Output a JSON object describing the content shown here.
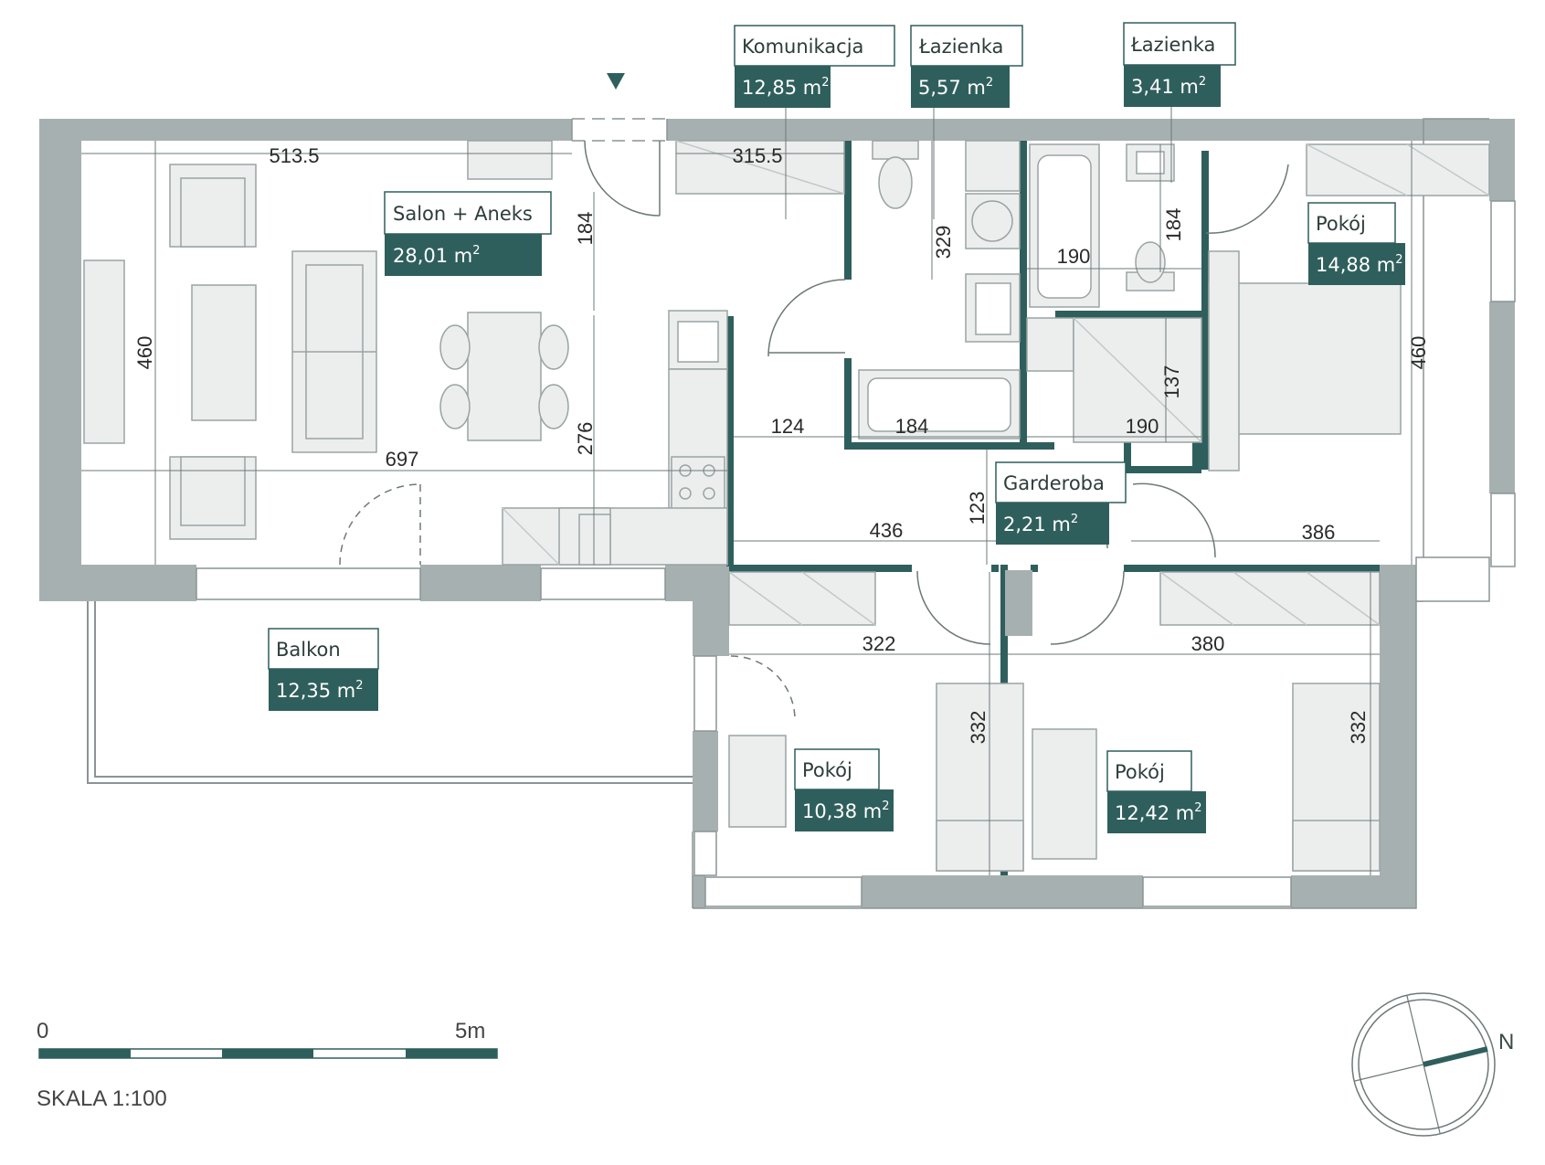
{
  "colors": {
    "accent": "#2f5f5c",
    "wall": "#a7b0b0",
    "partition": "#2f5f5c",
    "furniture_fill": "#eceeee",
    "furniture_stroke": "#9aa3a3",
    "line": "#6e7878"
  },
  "rooms": [
    {
      "id": "komunikacja",
      "name": "Komunikacja",
      "area": "12,85 m",
      "sup": "2"
    },
    {
      "id": "lazienka-1",
      "name": "Łazienka",
      "area": "5,57 m",
      "sup": "2"
    },
    {
      "id": "lazienka-2",
      "name": "Łazienka",
      "area": "3,41 m",
      "sup": "2"
    },
    {
      "id": "salon",
      "name": "Salon + Aneks",
      "area": "28,01 m",
      "sup": "2"
    },
    {
      "id": "pokoj-1",
      "name": "Pokój",
      "area": "14,88 m",
      "sup": "2"
    },
    {
      "id": "garderoba",
      "name": "Garderoba",
      "area": "2,21 m",
      "sup": "2"
    },
    {
      "id": "balkon",
      "name": "Balkon",
      "area": "12,35 m",
      "sup": "2"
    },
    {
      "id": "pokoj-2",
      "name": "Pokój",
      "area": "10,38 m",
      "sup": "2"
    },
    {
      "id": "pokoj-3",
      "name": "Pokój",
      "area": "12,42 m",
      "sup": "2"
    }
  ],
  "dimensions": [
    {
      "id": "d-513",
      "value": "513.5"
    },
    {
      "id": "d-315",
      "value": "315.5"
    },
    {
      "id": "d-184a",
      "value": "184"
    },
    {
      "id": "d-329",
      "value": "329"
    },
    {
      "id": "d-190a",
      "value": "190"
    },
    {
      "id": "d-184b",
      "value": "184"
    },
    {
      "id": "d-460a",
      "value": "460"
    },
    {
      "id": "d-460b",
      "value": "460"
    },
    {
      "id": "d-697",
      "value": "697"
    },
    {
      "id": "d-276",
      "value": "276"
    },
    {
      "id": "d-124",
      "value": "124"
    },
    {
      "id": "d-184c",
      "value": "184"
    },
    {
      "id": "d-190b",
      "value": "190"
    },
    {
      "id": "d-137",
      "value": "137"
    },
    {
      "id": "d-436",
      "value": "436"
    },
    {
      "id": "d-123",
      "value": "123"
    },
    {
      "id": "d-386",
      "value": "386"
    },
    {
      "id": "d-322",
      "value": "322"
    },
    {
      "id": "d-380",
      "value": "380"
    },
    {
      "id": "d-332a",
      "value": "332"
    },
    {
      "id": "d-332b",
      "value": "332"
    }
  ],
  "scale": {
    "start": "0",
    "end": "5m",
    "label": "SKALA 1:100"
  },
  "compass": {
    "north": "N"
  }
}
